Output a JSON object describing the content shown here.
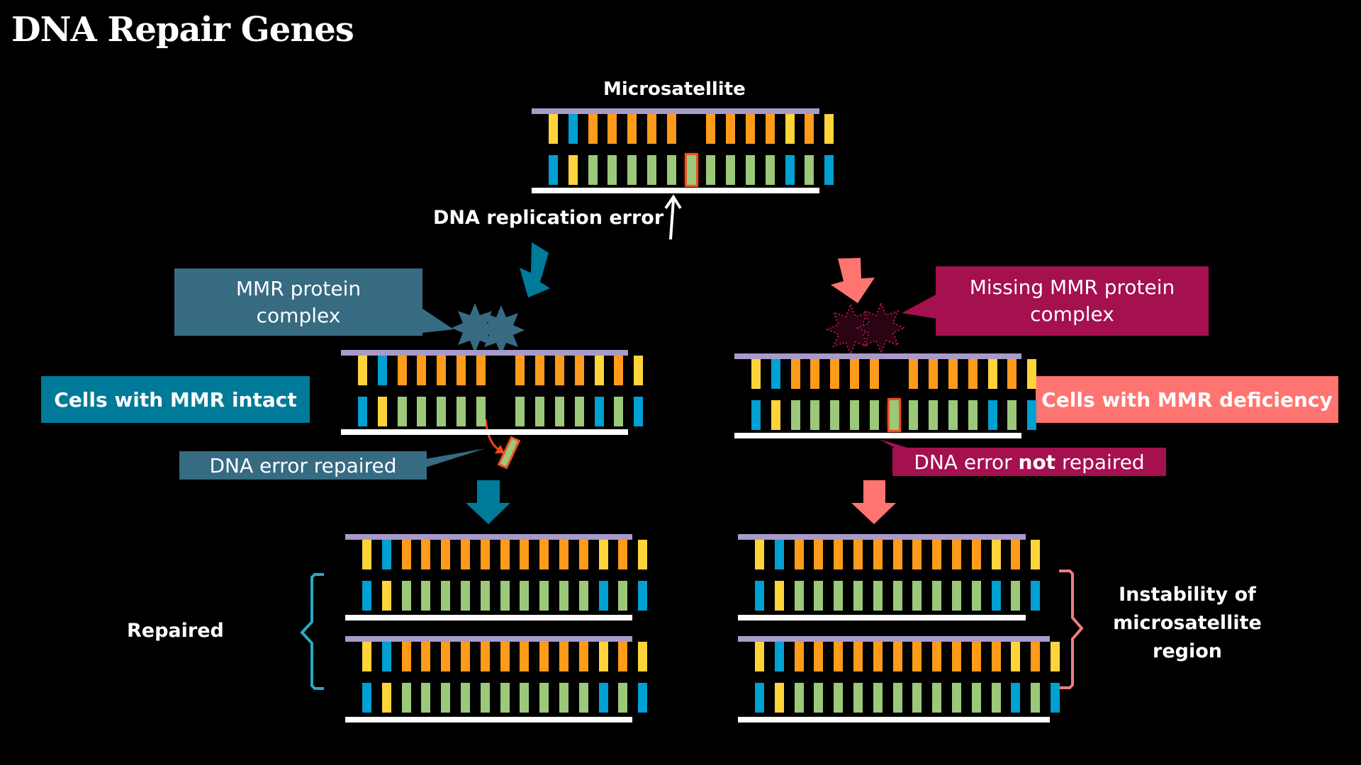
{
  "title": "DNA Repair Genes",
  "colors": {
    "Y": "#ffd43b",
    "B": "#00a0d2",
    "O": "#ff9b1a",
    "G": "#9cc87a",
    "intact_box": "#007a99",
    "callout_teal": "#366b82",
    "deficiency_box": "#ff7470",
    "callout_magenta": "#a5104f",
    "pink_arrow": "#ff7470",
    "teal_arrow": "#007a99"
  },
  "labels": {
    "microsatellite": "Microsatellite",
    "replication_error": "DNA replication error",
    "mmr_complex": [
      "MMR protein",
      "complex"
    ],
    "missing_mmr_complex": [
      "Missing MMR protein",
      "complex"
    ],
    "cells_intact": "Cells with MMR intact",
    "cells_deficiency": "Cells with MMR deficiency",
    "error_repaired": "DNA error repaired",
    "error_not_repaired_pre": "DNA error ",
    "error_not_repaired_bold": "not",
    "error_not_repaired_post": " repaired",
    "repaired": "Repaired",
    "instability": [
      "Instability of",
      "microsatellite",
      "region"
    ]
  },
  "strands": {
    "microsatellite": {
      "top": [
        "Y",
        "B",
        "O",
        "O",
        "O",
        "O",
        "O",
        "-",
        "O",
        "O",
        "O",
        "O",
        "Y",
        "O",
        "Y"
      ],
      "bottom": [
        "B",
        "Y",
        "G",
        "G",
        "G",
        "G",
        "G",
        "G*",
        "G",
        "G",
        "G",
        "G",
        "B",
        "G",
        "B"
      ]
    },
    "intact_middle": {
      "top": [
        "Y",
        "B",
        "O",
        "O",
        "O",
        "O",
        "O",
        "-",
        "O",
        "O",
        "O",
        "O",
        "Y",
        "O",
        "Y"
      ],
      "bottom": [
        "B",
        "Y",
        "G",
        "G",
        "G",
        "G",
        "G",
        "-",
        "G",
        "G",
        "G",
        "G",
        "B",
        "G",
        "B"
      ]
    },
    "deficient_middle": {
      "top": [
        "Y",
        "B",
        "O",
        "O",
        "O",
        "O",
        "O",
        "-",
        "O",
        "O",
        "O",
        "O",
        "Y",
        "O",
        "Y"
      ],
      "bottom": [
        "B",
        "Y",
        "G",
        "G",
        "G",
        "G",
        "G",
        "G*",
        "G",
        "G",
        "G",
        "G",
        "B",
        "G",
        "B"
      ]
    },
    "repaired_1": {
      "top": [
        "Y",
        "B",
        "O",
        "O",
        "O",
        "O",
        "O",
        "O",
        "O",
        "O",
        "O",
        "O",
        "Y",
        "O",
        "Y"
      ],
      "bottom": [
        "B",
        "Y",
        "G",
        "G",
        "G",
        "G",
        "G",
        "G",
        "G",
        "G",
        "G",
        "G",
        "B",
        "G",
        "B"
      ]
    },
    "repaired_2": {
      "top": [
        "Y",
        "B",
        "O",
        "O",
        "O",
        "O",
        "O",
        "O",
        "O",
        "O",
        "O",
        "O",
        "Y",
        "O",
        "Y"
      ],
      "bottom": [
        "B",
        "Y",
        "G",
        "G",
        "G",
        "G",
        "G",
        "G",
        "G",
        "G",
        "G",
        "G",
        "B",
        "G",
        "B"
      ]
    },
    "unstable_1": {
      "top": [
        "Y",
        "B",
        "O",
        "O",
        "O",
        "O",
        "O",
        "O",
        "O",
        "O",
        "O",
        "O",
        "Y",
        "O",
        "Y"
      ],
      "bottom": [
        "B",
        "Y",
        "G",
        "G",
        "G",
        "G",
        "G",
        "G",
        "G",
        "G",
        "G",
        "G",
        "B",
        "G",
        "B"
      ]
    },
    "unstable_2": {
      "top": [
        "Y",
        "B",
        "O",
        "O",
        "O",
        "O",
        "O",
        "O",
        "O",
        "O",
        "O",
        "O",
        "O",
        "Y",
        "O",
        "Y"
      ],
      "bottom": [
        "B",
        "Y",
        "G",
        "G",
        "G",
        "G",
        "G",
        "G",
        "G",
        "G",
        "G",
        "G",
        "G",
        "B",
        "G",
        "B"
      ]
    }
  }
}
